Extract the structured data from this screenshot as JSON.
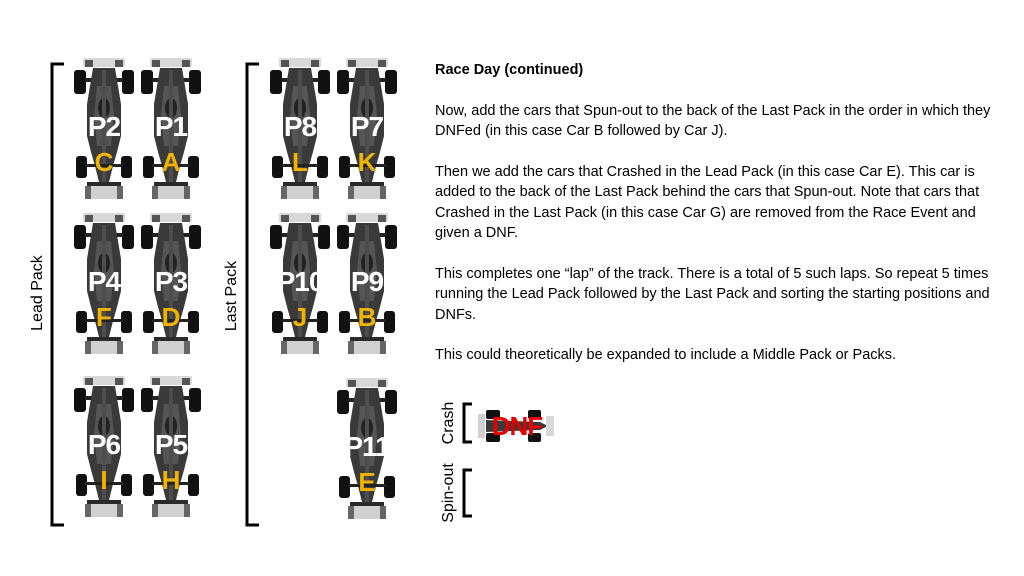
{
  "colors": {
    "car_letter": "#f0b400",
    "dnf_red": "#e60000",
    "bracket": "#000000"
  },
  "groups": {
    "lead_pack": "Lead Pack",
    "last_pack": "Last Pack"
  },
  "cars": [
    {
      "pos": "P2",
      "letter": "C"
    },
    {
      "pos": "P1",
      "letter": "A"
    },
    {
      "pos": "P4",
      "letter": "F"
    },
    {
      "pos": "P3",
      "letter": "D"
    },
    {
      "pos": "P6",
      "letter": "I"
    },
    {
      "pos": "P5",
      "letter": "H"
    },
    {
      "pos": "P8",
      "letter": "L"
    },
    {
      "pos": "P7",
      "letter": "K"
    },
    {
      "pos": "P10",
      "letter": "J"
    },
    {
      "pos": "P9",
      "letter": "B"
    },
    {
      "pos": "P11",
      "letter": "E"
    }
  ],
  "legend": {
    "crash": "Crash",
    "spin_out": "Spin-out",
    "dnf": "DNF"
  },
  "text": {
    "heading": "Race Day (continued)",
    "p1": "Now, add the cars that Spun-out to the back of the Last Pack in the order in which they DNFed (in this case Car B followed by Car J).",
    "p2": "Then we add the cars that Crashed in the Lead Pack (in this case Car E).  This car is added to the back of the Last Pack behind the cars that Spun-out.  Note that cars that Crashed in the Last Pack (in this case Car G) are removed from the Race Event and given a DNF.",
    "p3": "This completes one “lap” of the track.  There is a total of 5 such laps.  So repeat 5 times running the Lead Pack followed by the Last Pack and sorting the starting positions and DNFs.",
    "p4": "This could theoretically be expanded to include a Middle Pack or Packs."
  }
}
